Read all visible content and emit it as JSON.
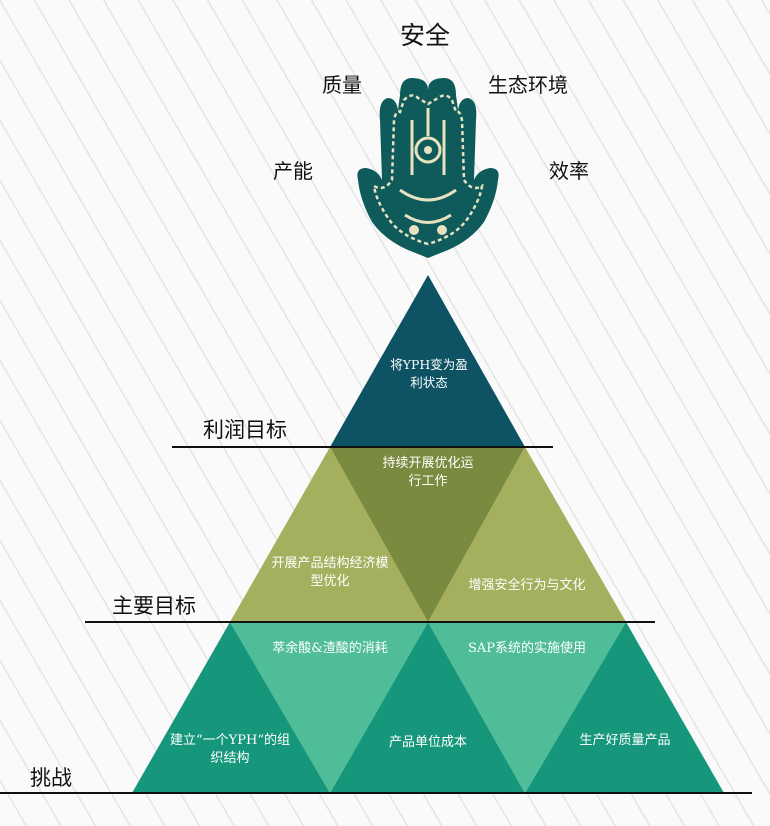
{
  "values": {
    "top": "安全",
    "upper_left": "质量",
    "upper_right": "生态环境",
    "lower_left": "产能",
    "lower_right": "效率"
  },
  "levels": {
    "profit": "利润目标",
    "main": "主要目标",
    "challenge": "挑战"
  },
  "profit": {
    "item": "将YPH变为盈利状态"
  },
  "main": {
    "center": "持续开展优化运行工作",
    "left": "开展产品结构经济模型优化",
    "right": "增强安全行为与文化"
  },
  "challenge": {
    "inv_left": "萃余酸&渣酸的消耗",
    "inv_right": "SAP系统的实施使用",
    "left": "建立“一个YPH“的组织结构",
    "center": "产品单位成本",
    "right": "生产好质量产品"
  },
  "colors": {
    "profit": "#0d5363",
    "main_light": "#a5b05f",
    "main_dark": "#7a8a3e",
    "ch_dark": "#16977c",
    "ch_light": "#4fbd98",
    "hand": "#0f5a5a"
  }
}
